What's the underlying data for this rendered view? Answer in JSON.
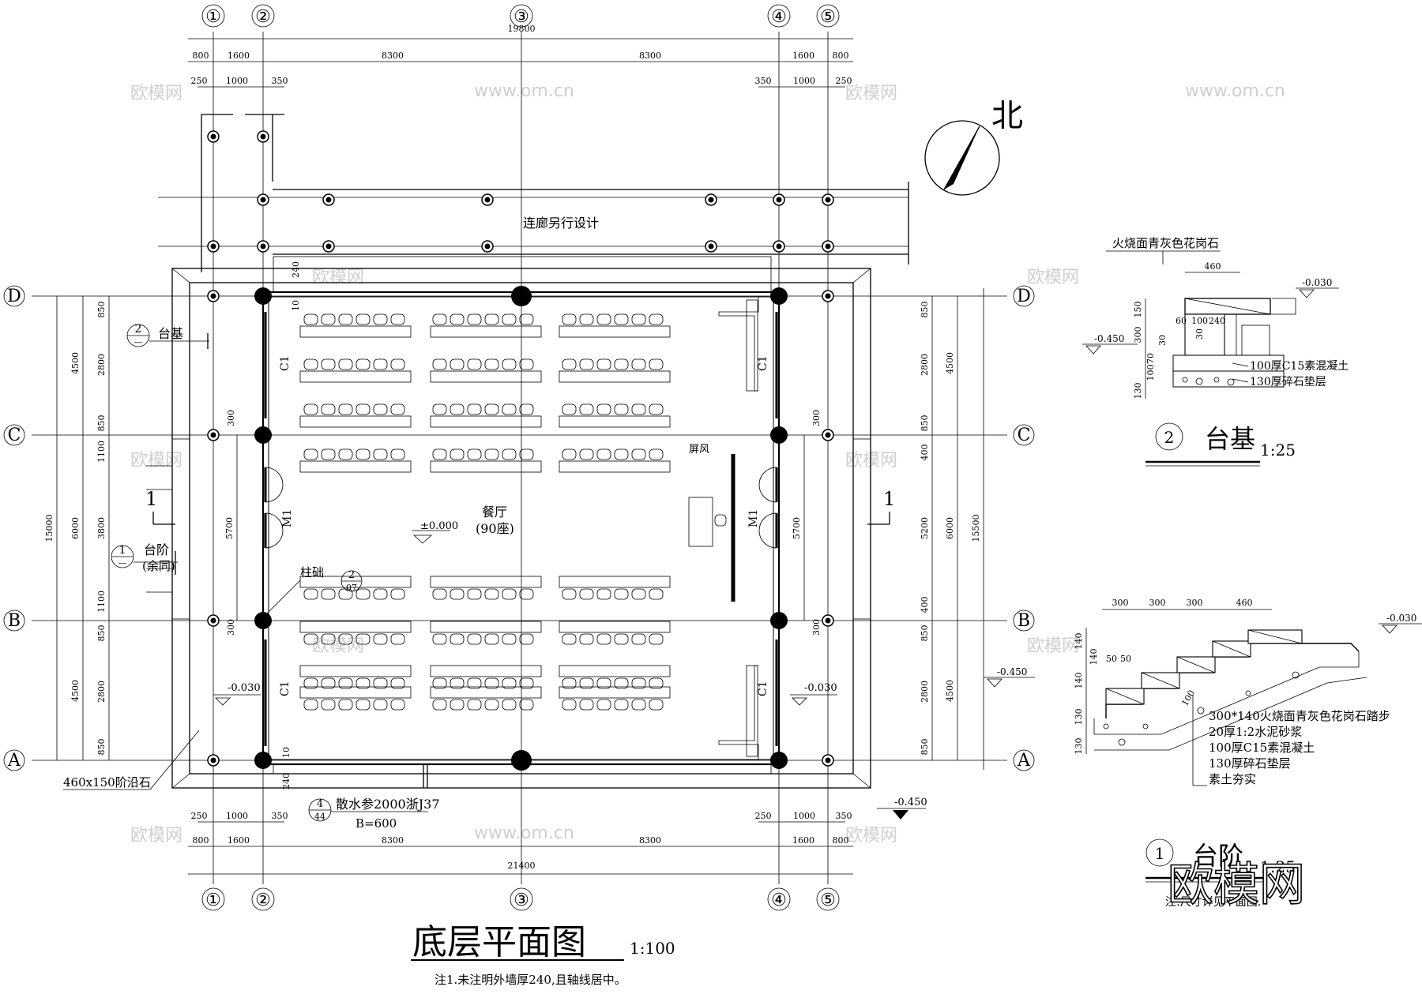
{
  "plan": {
    "title": "底层平面图",
    "scale": "1:100",
    "note": "注1.未注明外墙厚240,且轴线居中。",
    "corridor_note": "连廊另行设计",
    "north": "北",
    "hall_name": "餐厅",
    "hall_seats": "(90座)",
    "floor_level": "±0.000",
    "screen_label": "屏风",
    "pillar_label": "柱础",
    "step_stone_label": "460x150阶沿石",
    "apron_label": "散水参2000浙J37",
    "apron_width": "B=600",
    "outdoor_level": "-0.450",
    "terrace_level": "-0.030"
  },
  "axes": {
    "vertical": [
      "①",
      "②",
      "③",
      "④",
      "⑤"
    ],
    "horizontal": [
      "D",
      "C",
      "B",
      "A"
    ]
  },
  "doors": {
    "c1": "C1",
    "m1": "M1"
  },
  "callouts": {
    "platform": {
      "num": "2",
      "sheet": "—",
      "label": "台基"
    },
    "steps": {
      "num": "1",
      "sheet": "—",
      "label": "台阶",
      "sub": "(余同)"
    },
    "pillar": {
      "num": "2",
      "sheet": "07"
    },
    "apron": {
      "num": "4",
      "sheet": "44"
    },
    "section": "1"
  },
  "dims": {
    "top_total": "19800",
    "bottom_total": "21400",
    "row1": [
      "800",
      "1600",
      "8300",
      "8300",
      "1600",
      "800"
    ],
    "top_row2": [
      "250",
      "1000",
      "350",
      "350",
      "1000",
      "250"
    ],
    "bottom_row2": [
      "250",
      "1000",
      "350",
      "250",
      "1000",
      "350"
    ],
    "left_outer": [
      "4500",
      "6000",
      "4500"
    ],
    "left_outer_total": "15000",
    "left_inner": [
      "850",
      "2800",
      "850",
      "1100",
      "3800",
      "1100",
      "850",
      "2800",
      "850"
    ],
    "right_outer": [
      "4500",
      "6000",
      "4500"
    ],
    "right_outer_total": "15500",
    "right_inner": [
      "850",
      "2800",
      "850",
      "400",
      "5200",
      "400",
      "850",
      "2800",
      "850"
    ],
    "opening": "5700",
    "post_offset": "300",
    "wall_240": "240",
    "wall_10": "10"
  },
  "detail_platform": {
    "title": "台基",
    "num": "2",
    "scale": "1:25",
    "top_label": "火烧面青灰色花岗石",
    "width": "460",
    "level_top": "-0.030",
    "level_low": "-0.450",
    "layers": [
      "100厚C15素混凝土",
      "130厚碎石垫层"
    ],
    "sub_dims": [
      "60",
      "100",
      "240",
      "30",
      "30"
    ],
    "vert_dims": [
      "150",
      "300",
      "70",
      "100",
      "130"
    ]
  },
  "detail_steps": {
    "title": "台阶",
    "num": "1",
    "scale": "1:25",
    "tread_dims": [
      "300",
      "300",
      "300",
      "460"
    ],
    "riser_dims": [
      "140",
      "140",
      "140",
      "130",
      "130"
    ],
    "small_dims": [
      "50",
      "50"
    ],
    "slope_dim": "100",
    "level_top": "-0.030",
    "level_low": "-0.450",
    "layers": [
      "300*140火烧面青灰色花岗石踏步",
      "20厚1:2水泥砂浆",
      "100厚C15素混凝土",
      "130厚碎石垫层",
      "素土夯实"
    ],
    "note": "注:尺寸详见平面图."
  },
  "watermark": {
    "small": "欧模网",
    "url": "www.om.cn",
    "big": "欧模网"
  }
}
